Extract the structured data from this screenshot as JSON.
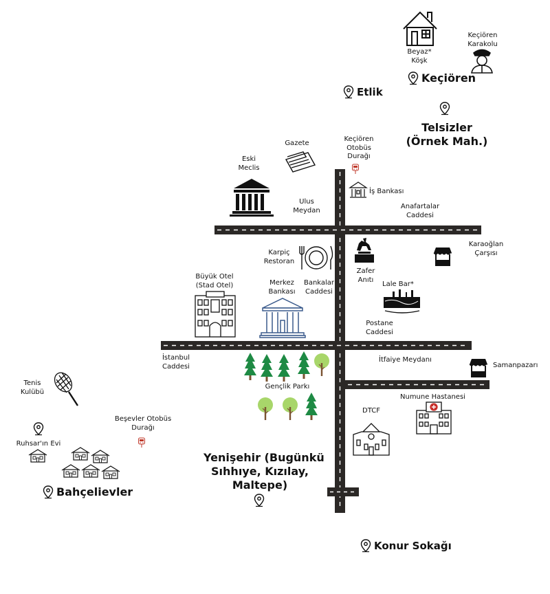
{
  "map": {
    "districts": {
      "kecioren": "Keçiören",
      "etlik": "Etlik",
      "telsizler": "Telsizler",
      "telsizler_sub": "(Örnek Mah.)",
      "bahcelievler": "Bahçelievler",
      "yenisehir_1": "Yenişehir (Bugünkü",
      "yenisehir_2": "Sıhhıye, Kızılay,",
      "yenisehir_3": "Maltepe)",
      "konur": "Konur Sokağı"
    },
    "places": {
      "beyaz_1": "Beyaz*",
      "beyaz_2": "Köşk",
      "karakol_1": "Keçiören",
      "karakol_2": "Karakolu",
      "gazete": "Gazete",
      "durak_1": "Keçiören",
      "durak_2": "Otobüs",
      "durak_3": "Durağı",
      "eski_1": "Eski",
      "eski_2": "Meclis",
      "isbank": "İş Bankası",
      "ulus_1": "Ulus",
      "ulus_2": "Meydan",
      "anaf_1": "Anafartalar",
      "anaf_2": "Caddesi",
      "karpic_1": "Karpiç",
      "karpic_2": "Restoran",
      "karaoglan_1": "Karaoğlan",
      "karaoglan_2": "Çarşısı",
      "zafer_1": "Zafer",
      "zafer_2": "Anıtı",
      "buyuk_1": "Büyük Otel",
      "buyuk_2": "(Stad Otel)",
      "merkez_1": "Merkez",
      "merkez_2": "Bankası",
      "bankalar_1": "Bankalar",
      "bankalar_2": "Caddesi",
      "lale": "Lale Bar*",
      "postane_1": "Postane",
      "postane_2": "Caddesi",
      "istanbul_1": "İstanbul",
      "istanbul_2": "Caddesi",
      "itfaiye": "İtfaiye Meydanı",
      "samanpazari": "Samanpazarı",
      "tenis_1": "Tenis",
      "tenis_2": "Kulübü",
      "genclik": "Gençlik Parkı",
      "numune": "Numune Hastanesi",
      "besevler_1": "Beşevler Otobüs",
      "besevler_2": "Durağı",
      "dtcf": "DTCF",
      "ruhsar": "Ruhsar'ın Evi"
    },
    "colors": {
      "road": "#2b2826",
      "road_dash": "#ffffff",
      "tree_dark": "#1e8a44",
      "tree_light": "#a8d66a",
      "trunk": "#7a5230",
      "building_blue": "#3a5a8c",
      "hospital_red": "#c8302c"
    }
  }
}
